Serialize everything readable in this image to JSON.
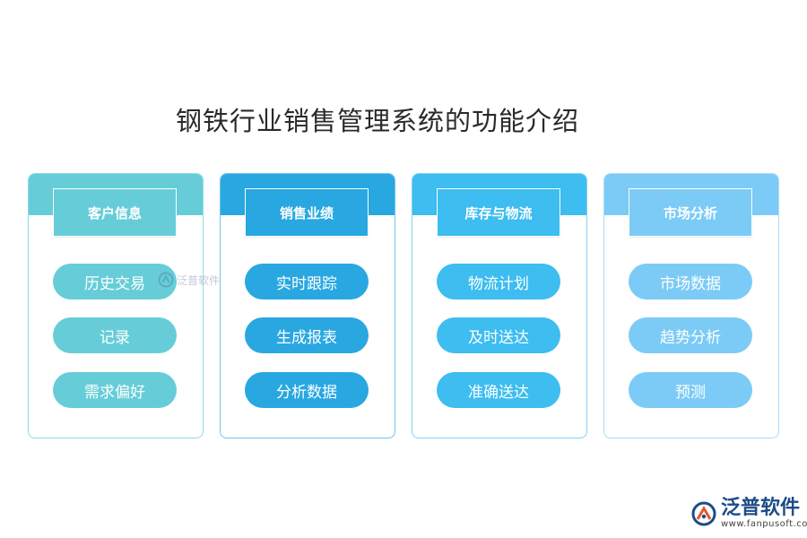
{
  "title": "钢铁行业销售管理系统的功能介绍",
  "columns": [
    {
      "header": "客户信息",
      "items": [
        "历史交易",
        "记录",
        "需求偏好"
      ],
      "color": "#66cdd8",
      "band_color": "#66cdd8",
      "border_color": "#8fdbe3"
    },
    {
      "header": "销售业绩",
      "items": [
        "实时跟踪",
        "生成报表",
        "分析数据"
      ],
      "color": "#29a7e1",
      "band_color": "#29a7e1",
      "border_color": "#6fc4ec"
    },
    {
      "header": "库存与物流",
      "items": [
        "物流计划",
        "及时送达",
        "准确送达"
      ],
      "color": "#3dbdf0",
      "band_color": "#3dbdf0",
      "border_color": "#7fd3f5"
    },
    {
      "header": "市场分析",
      "items": [
        "市场数据",
        "趋势分析",
        "预测"
      ],
      "color": "#7ccbf6",
      "band_color": "#7ccbf6",
      "border_color": "#a8dcf9"
    }
  ],
  "watermark": {
    "text": "泛普软件",
    "icon": "fanpu-logo-icon"
  },
  "logo": {
    "brand": "泛普软件",
    "url": "www.fanpusoft.com",
    "icon": "fanpu-logo-icon",
    "brand_color": "#1e4c86",
    "accent_color": "#e8572a"
  }
}
